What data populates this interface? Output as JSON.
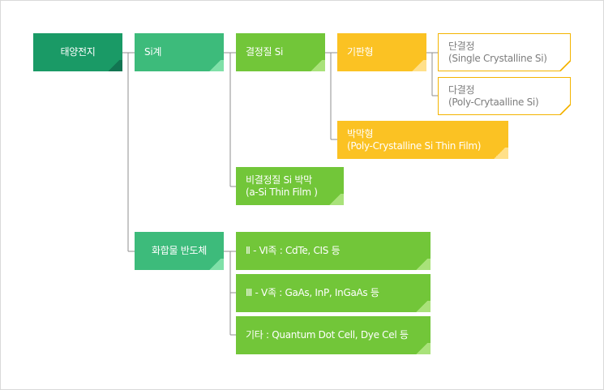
{
  "colors": {
    "dark_green": "#1a9a66",
    "medium_green": "#3dbb7b",
    "lime_green": "#72c639",
    "yellow": "#fbc223",
    "outline_border": "#f4b400",
    "connector": "#8f8f8f"
  },
  "nodes": {
    "solar_cell": {
      "label": "태양전지"
    },
    "si_based": {
      "label": "Si계"
    },
    "crystalline_si": {
      "label": "결정질 Si"
    },
    "substrate_type": {
      "label": "기판형"
    },
    "single_crystal": {
      "line1": "단결정",
      "line2": "(Single Crystalline Si)"
    },
    "poly_crystal": {
      "line1": "다결정",
      "line2": "(Poly-Crytaalline Si)"
    },
    "thin_film_type": {
      "line1": "박막형",
      "line2": "(Poly-Crystalline Si Thin Film)"
    },
    "amorphous_si": {
      "line1": "비결정질 Si 박막",
      "line2": "(a-Si Thin Film )"
    },
    "compound_semi": {
      "label": "화합물 반도체"
    },
    "ii_vi": {
      "label": "Ⅱ - Ⅵ족 : CdTe, CIS 등"
    },
    "iii_v": {
      "label": "Ⅲ - Ⅴ족 : GaAs, InP, InGaAs 등"
    },
    "others": {
      "label": "기타 : Quantum Dot Cell, Dye Cel 등"
    }
  }
}
